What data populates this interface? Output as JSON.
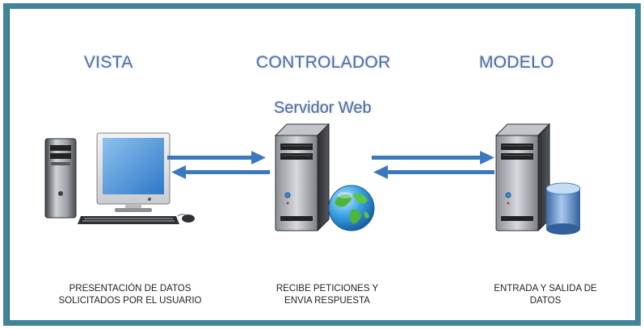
{
  "diagram": {
    "headings": {
      "vista": "VISTA",
      "controlador": "CONTROLADOR",
      "modelo": "MODELO"
    },
    "server_title": "Servidor Web",
    "captions": {
      "vista_line1": "PRESENTACIÓN DE DATOS",
      "vista_line2": "SOLICITADOS POR EL USUARIO",
      "controlador_line1": "RECIBE PETICIONES Y",
      "controlador_line2": "ENVIA RESPUESTA",
      "modelo_line1": "ENTRADA Y SALIDA DE",
      "modelo_line2": "DATOS"
    },
    "icons": {
      "client": "desktop-computer-icon",
      "web_server": "server-icon",
      "globe": "globe-icon",
      "db_server": "server-icon",
      "database": "database-icon"
    },
    "colors": {
      "frame": "#3f8499",
      "heading_text": "#4f6d9c",
      "arrow": "#3b78bd"
    }
  }
}
